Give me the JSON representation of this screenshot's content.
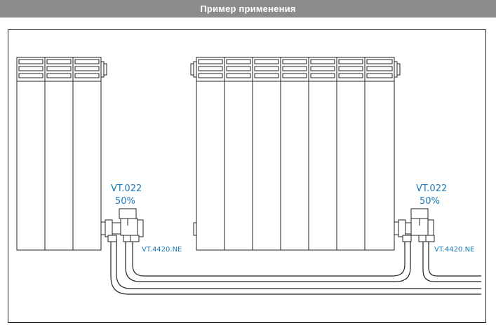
{
  "header": {
    "title": "Пример применения"
  },
  "colors": {
    "label": "#1a7bb9",
    "line": "#222222",
    "header_bg": "#8c8c8c"
  },
  "left_valve": {
    "model": "VT.022",
    "percent": "50%",
    "fitting": "VT.4420.NE"
  },
  "right_valve": {
    "model": "VT.022",
    "percent": "50%",
    "fitting": "VT.4420.NE"
  }
}
